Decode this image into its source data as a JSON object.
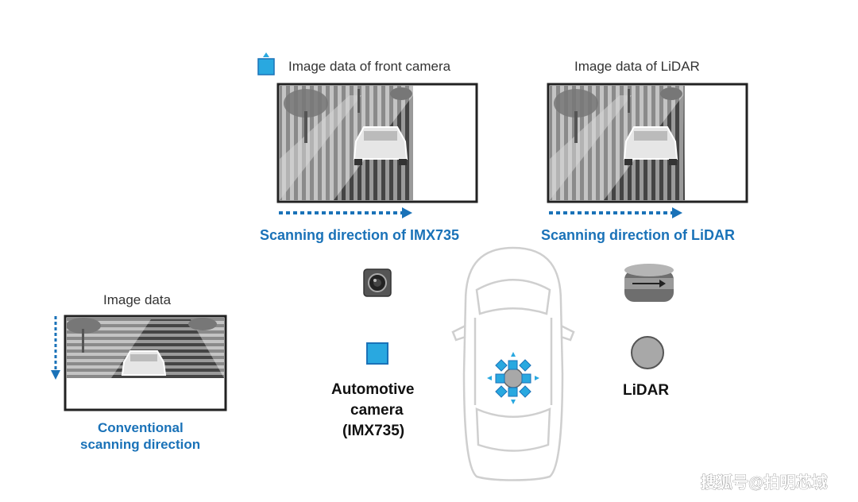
{
  "colors": {
    "accent_blue": "#1a72b8",
    "light_blue": "#29a8e0",
    "frame": "#222222",
    "stripe_dark": "#555555",
    "stripe_light": "#bfbfbf"
  },
  "front_camera": {
    "title": "Image data of front camera",
    "caption": "Scanning direction of IMX735",
    "icon": "blue-square-with-up-arrow-icon"
  },
  "lidar_panel": {
    "title": "Image data of LiDAR",
    "caption": "Scanning direction of LiDAR"
  },
  "conventional": {
    "title": "Image data",
    "caption_line1": "Conventional",
    "caption_line2": "scanning direction"
  },
  "camera_label": {
    "line1": "Automotive",
    "line2": "camera",
    "line3": "(IMX735)",
    "icon": "camera-lens-icon"
  },
  "lidar_label": {
    "text": "LiDAR",
    "icon": "lidar-sensor-icon"
  },
  "watermark": "搜狐号@拍明芯城"
}
